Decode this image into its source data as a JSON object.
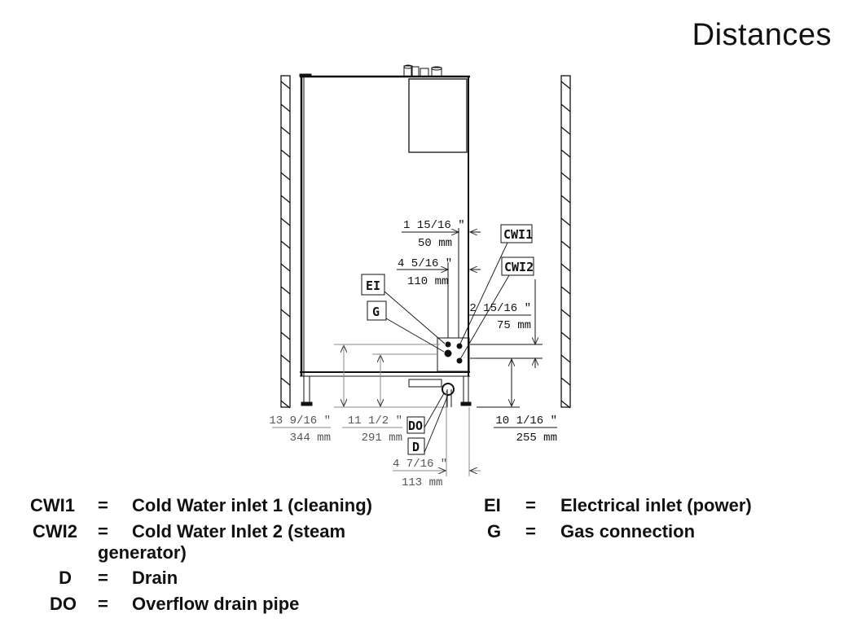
{
  "title": "Distances",
  "tags": {
    "cwi1": "CWI1",
    "cwi2": "CWI2",
    "ei": "EI",
    "g": "G",
    "do": "DO",
    "d": "D"
  },
  "dimensions": {
    "d50_in": "1 15/16 \"",
    "d50_mm": "50 mm",
    "d110_in": "4 5/16 \"",
    "d110_mm": "110 mm",
    "d75_in": "2 15/16 \"",
    "d75_mm": "75 mm",
    "d255_in": "10 1/16 \"",
    "d255_mm": "255 mm",
    "d344_in": "13 9/16 \"",
    "d344_mm": "344 mm",
    "d291_in": "11 1/2 \"",
    "d291_mm": "291 mm",
    "d113_in": "4 7/16 \"",
    "d113_mm": "113 mm"
  },
  "legend": [
    {
      "code": "CWI1",
      "eq": "=",
      "desc": "Cold Water inlet 1 (cleaning)"
    },
    {
      "code": "CWI2",
      "eq": "=",
      "desc": "Cold Water Inlet 2 (steam",
      "desc2": "generator)"
    },
    {
      "code": "D",
      "eq": "=",
      "desc": "Drain"
    },
    {
      "code": "DO",
      "eq": "=",
      "desc": "Overflow drain pipe"
    },
    {
      "code": "EI",
      "eq": "=",
      "desc": "Electrical inlet (power)"
    },
    {
      "code": "G",
      "eq": "=",
      "desc": "Gas connection"
    }
  ]
}
